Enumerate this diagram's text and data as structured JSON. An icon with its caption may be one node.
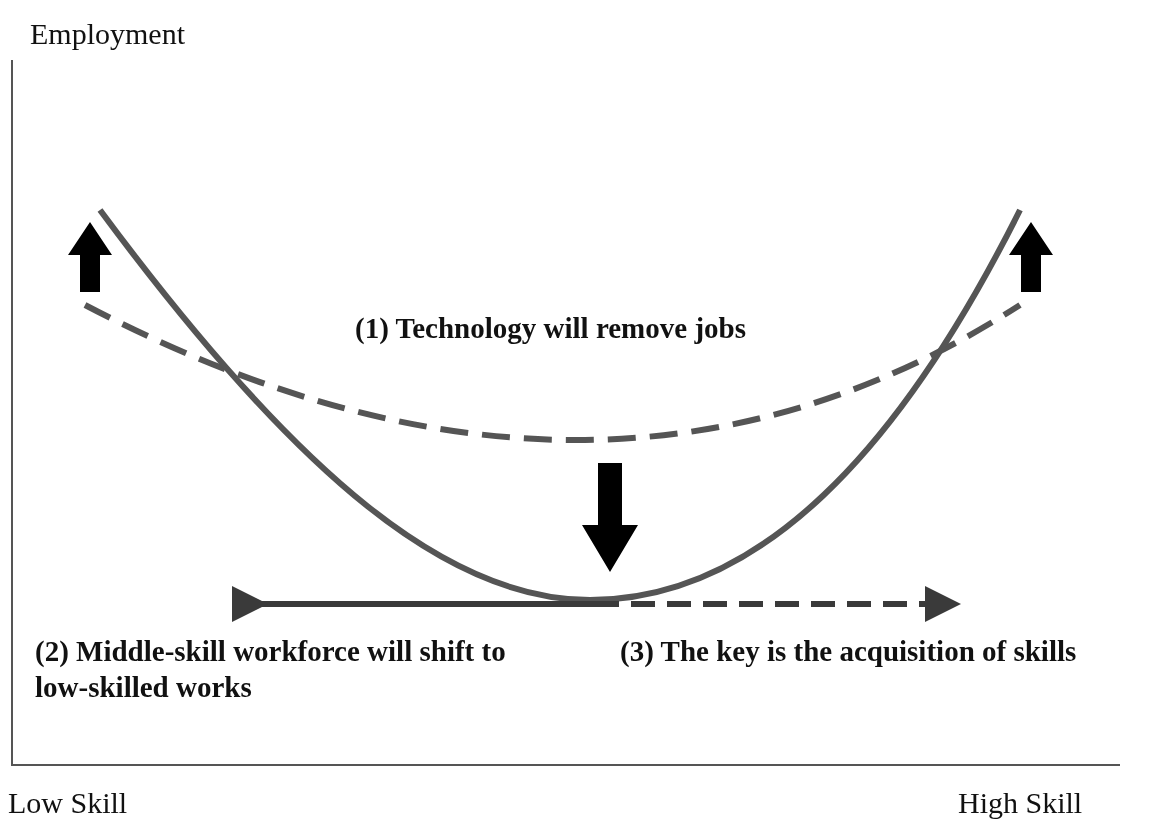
{
  "diagram": {
    "labels": [
      "Employment",
      "(1) Technology will remove jobs",
      "(2) Middle-skill workforce will shift to low-skilled works",
      "(3) The key is the acquisition of skills",
      "Low Skill",
      "High Skill"
    ]
  }
}
